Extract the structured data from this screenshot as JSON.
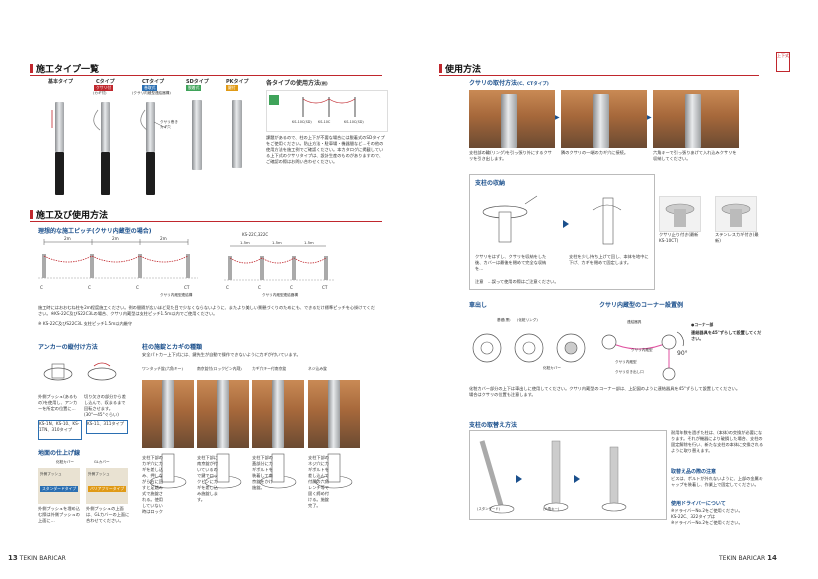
{
  "left": {
    "sec1": "施工タイプ一覧",
    "types": [
      {
        "name": "基本タイプ",
        "tag": ""
      },
      {
        "name": "Cタイプ",
        "tag": "クサリ付"
      },
      {
        "name": "CTタイプ",
        "tag": "巻取式"
      },
      {
        "name": "SDタイプ",
        "tag": "脱着式"
      },
      {
        "name": "PKタイプ",
        "tag": "鍵付"
      }
    ],
    "tag_notes": [
      "(カギ付)",
      "(クサリ内蔵型連結器構)"
    ],
    "kusari_label": "クサリ巻き\nカギ穴",
    "uses_title": "各タイプの使用方法",
    "uses_title_suffix": "(例)",
    "uses_labels": [
      "KS-10C(SD)",
      "KS-10C",
      "KS-10C(SD)"
    ],
    "uses_text": "課題があるので、柱の上下が不要な場合には脱着式のSDタイプをご使用ください。防止方法・駐車場・機器間など…その他の使用方法を施工例でご確認ください。本カタログに掲載している上下式のクサリタイプは、設計生産のものがありますので、ご確認の際はお問い合わせください。",
    "sec2": "施工及び使用方法",
    "pitch_title": "理想的な施工ピッチ(クサリ内蔵型の場合)",
    "pitch_m": [
      "2m",
      "2m",
      "2m"
    ],
    "pitch_right_title": "KS-22C,322C",
    "pitch_right_m": [
      "1.5m",
      "1.5m",
      "1.5m"
    ],
    "pitch_letters": [
      "C",
      "C",
      "C",
      "CT"
    ],
    "pitch_right_letters": [
      "C",
      "C",
      "C",
      "CT"
    ],
    "pitch_caption_left": "クサリ内蔵型連結構",
    "pitch_caption_right": "クサリ内蔵型連結器構",
    "pitch_text": "施工時にはおおむね柱を2m程度施工ください。例の間隔が広いほど見た目で少なくならないように、またより美しい景観づくりのためにも、できるだけ標準ピッチを心掛けてください。※KS-22C及びS22C3Lの場合、クサリ内蔵型は支柱ピッチ1.5m以内でご使用ください。",
    "pitch_note": "※ KS-22C及びS22C3L 支柱ピッチ1.5m以内厳守",
    "anchor_title": "アンカーの縦付け方法",
    "anchor_captions": [
      "外側プッシュ(あるもの)を使用し、アンカーを所定の位置に…",
      "切り欠きの部分から差し込んで、収まるまで回転させます。(30°〜45°ぐらい)"
    ],
    "anchor_tags": [
      "KS-1N、KS-10、KS-1TN、310タイプ",
      "KS-11、311タイプ"
    ],
    "lock_title": "柱の施錠とカギの種類",
    "lock_intro": "安全パトカー上下式には、鍵先生が自動で操作できないように力ギが付いています。",
    "lock_types": [
      "ワンタッチ錠(六角キー)",
      "南京錠付(ロックピン内蔵)",
      "カギ穴キー付南京錠",
      "ネジ込み錠"
    ],
    "lock_captions": [
      "支柱下部のカギ穴にカギを差し込み、押しながら右に回すと足踏み式で施錠される。使用していない時はロックピン等を利用。",
      "支柱下部に南京錠が付いているので鍵でロックピンにカギを差し込み施錠します。",
      "支柱下部の蓋部分にカギボルトを装着して南京錠をかけ施錠。",
      "支柱下部のネジ穴にカギボルトを差し込んで付属の六角レンチ等で固く締め付ける。施錠完了。"
    ],
    "ground_title": "地面の仕上げ線",
    "ground_tags": [
      "化粧カバー",
      "GLカバー"
    ],
    "ground_sub": [
      "スタンダードタイプ",
      "バリアフリータイプ"
    ],
    "ground_inner": [
      "外側プッシュ",
      "外側プッシュ"
    ],
    "ground_captions": [
      "外側プッシュを埋め込む際は外側プッシュの上面に…",
      "外側プッシュの上面は、GLカバーの上面に合わせてください。"
    ],
    "footer_page": "13",
    "footer_brand": "TEKIN BARICAR"
  },
  "right": {
    "sec1": "使用方法",
    "attach_title": "クサリの取付方法",
    "attach_title_suffix": "(C、CTタイプ)",
    "attach_captions": [
      "支柱部の輪(リング)を引っ張り外にするクサリを引き出します。",
      "隣のクサリの一端のカギ穴に接続。",
      "六角キーで引っ張りあげて入れ込みクサリを収納してください。"
    ],
    "storage_title": "支柱の収納",
    "storage_caption_1": "クサリをはずし、クサリを収納をした後、カバーは最後を閉めて完全な収納を…",
    "storage_caption_2": "支柱を少し持ち上げて回し、本体を地中に下げ、カギを閉めて固定します。",
    "storage_photo_labels": [
      "クサリ止り付き(最新KS-10CT)",
      "ステンレスカギ付き(最新)"
    ],
    "storage_note": "注意　…誤って使用の際はご注意ください。",
    "deri_title": "車出し",
    "deri_labels": [
      "基礎(黒)",
      "(化粧リング)",
      "化粧カバー"
    ],
    "deri_text": "化粧カバー部分の上下は車出しに使用してください。クサリ内蔵型の場合はクサリの位置も注意します。",
    "corner_title": "クサリ内蔵型のコーナー設置例",
    "corner_labels": [
      "連結器具",
      "クサリ内蔵型",
      "クサリ内蔵型",
      "●コーナー部",
      "連結器具を45°ずらして設置してください。",
      "クサリ引き出し口",
      "90°"
    ],
    "corner_caption": "コーナー部は、上記図のように連結器具を45°ずらして設置してください。",
    "replace_title": "支柱の取替え方法",
    "replace_text": "耐用年数を過ぎた柱は、(本体)の交換が必要になります。それが機器により破損した場合、支柱の固定解除を行い、新たな支柱の本体に交換されるように取り替えます。",
    "replace_labels": [
      "(スタンダード)",
      "(六角キー)"
    ],
    "cat_title": "取替え品の際の注意",
    "cat_text": "ビスは、ボルトが外れないように、上部の金属キャップを装着し、作業上で固定してください。",
    "driver_title": "使用ドライバーについて",
    "driver_text": "※ドライバーNo.2をご使用ください。\nKS-22C、322タイプは\n※ドライバーNo.2をご使用ください。",
    "footer_page": "14",
    "footer_brand": "TEKIN BARICAR",
    "side_tab": "上下式"
  },
  "colors": {
    "accent": "#c0272d",
    "blue": "#1a4f8c",
    "tag_c": "#c0272d",
    "tag_ct": "#2b6fb2",
    "tag_sd": "#3fa35a",
    "tag_pk": "#e09a16"
  }
}
